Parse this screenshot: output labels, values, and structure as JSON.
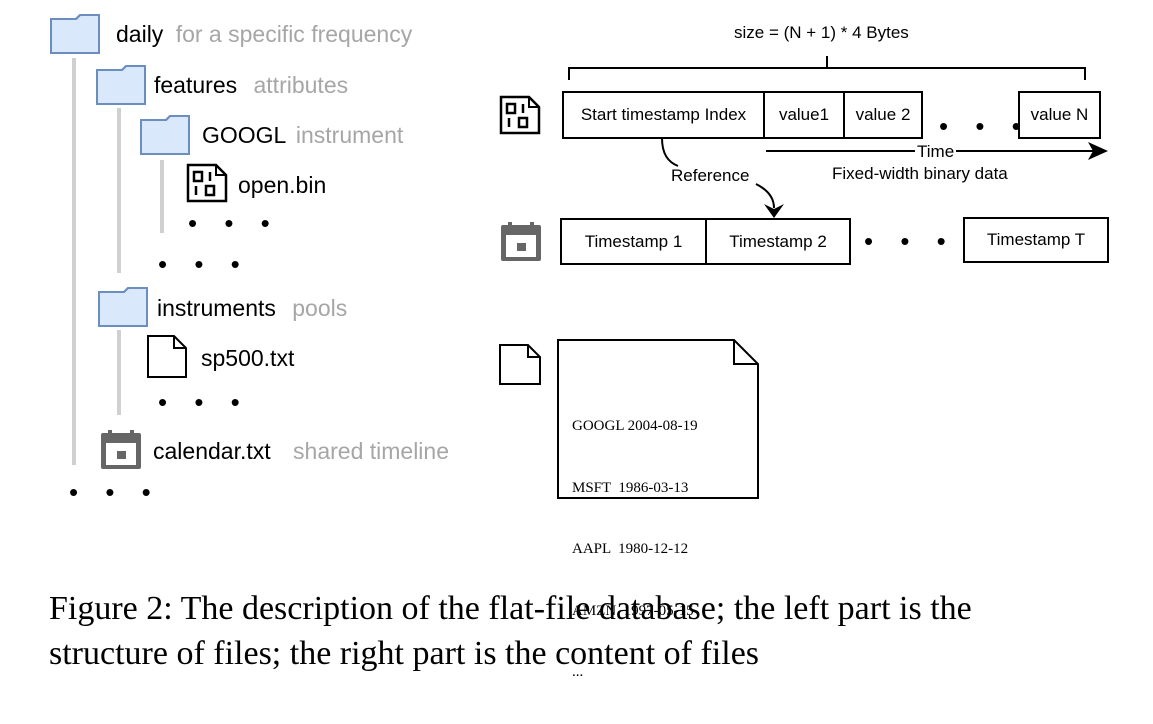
{
  "tree": {
    "daily": {
      "name": "daily",
      "note": "for a specific frequency"
    },
    "features": {
      "name": "features",
      "note": "attributes"
    },
    "googl": {
      "name": "GOOGL",
      "note": "instrument"
    },
    "open_bin": {
      "name": "open.bin"
    },
    "instruments": {
      "name": "instruments",
      "note": "pools"
    },
    "sp500": {
      "name": "sp500.txt"
    },
    "calendar": {
      "name": "calendar.txt",
      "note": "shared timeline"
    },
    "ellipsis": "• • •",
    "icons": [
      "folder-icon",
      "binary-file-icon",
      "text-file-icon",
      "calendar-icon"
    ]
  },
  "binary_format": {
    "size_label": "size = (N + 1) * 4 Bytes",
    "cells": [
      "Start timestamp Index",
      "value1",
      "value 2",
      "value N"
    ],
    "ellipsis": "• • •",
    "time_label": "Time",
    "fixed_width_label": "Fixed-width binary data",
    "reference_label": "Reference"
  },
  "calendar_format": {
    "cells": [
      "Timestamp 1",
      "Timestamp 2",
      "Timestamp T"
    ],
    "ellipsis": "• • •"
  },
  "instruments_file": {
    "lines": [
      "GOOGL 2004-08-19",
      "MSFT  1986-03-13",
      "AAPL  1980-12-12",
      "AMZN  1997-05-15",
      "..."
    ]
  },
  "caption": {
    "line1": "Figure 2: The description of the flat-file database; the left part is the",
    "line2": "structure of files; the right part is the content of files"
  },
  "colors": {
    "folder_fill": "#dae8fc",
    "folder_stroke": "#6c8ebf",
    "note_gray": "#a6a6a6",
    "tree_line": "#d0d0d0",
    "calendar_gray": "#666666"
  }
}
